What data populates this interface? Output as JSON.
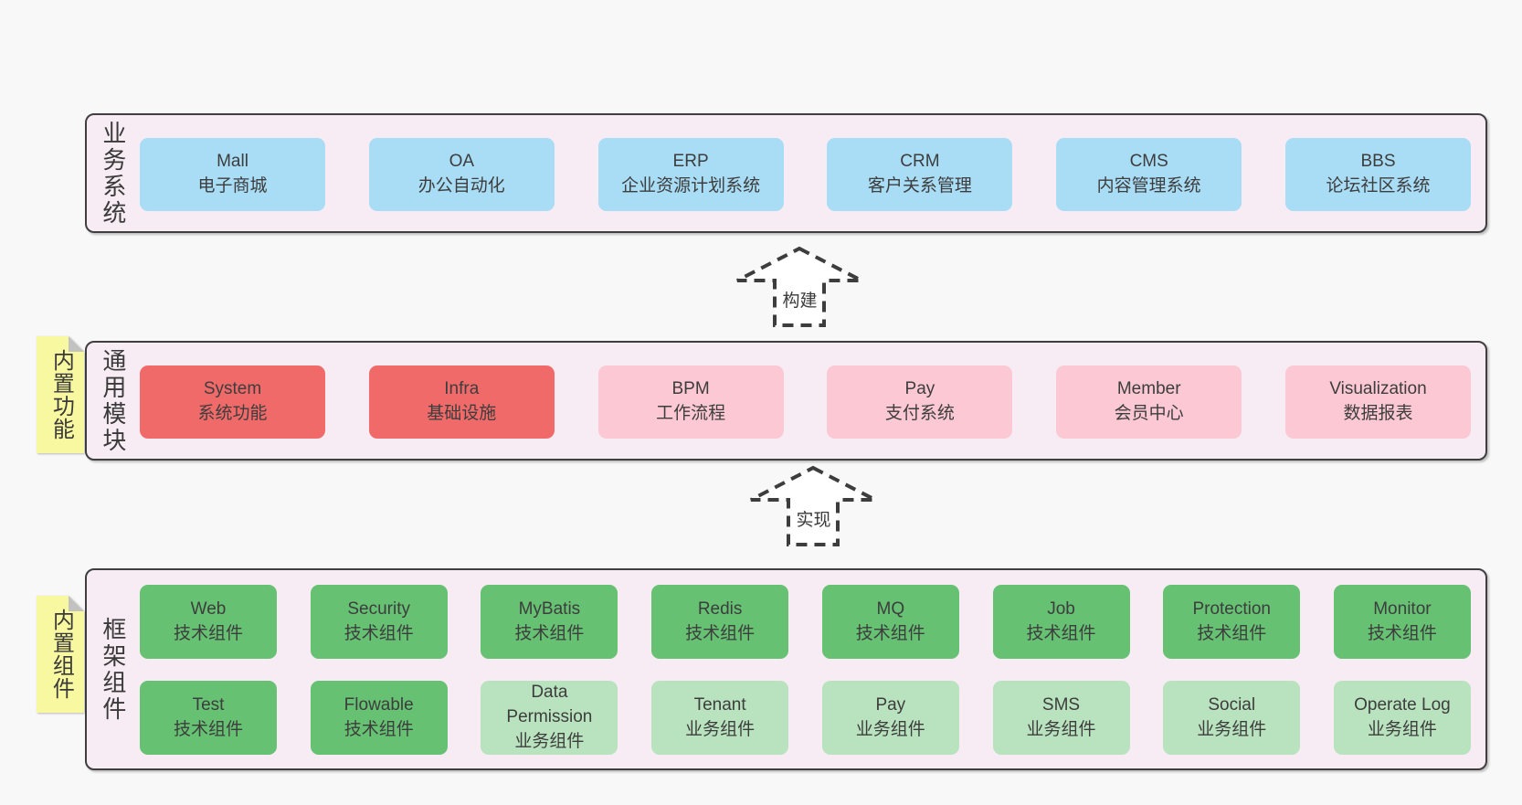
{
  "diagram": {
    "background": "#f8f8f8",
    "band_background": "#f7ecf4",
    "colors": {
      "blue": "#a9dcf5",
      "red": "#f16a6a",
      "pink": "#fbc8d3",
      "green": "#66c173",
      "light_green": "#b9e3bf",
      "sticky_yellow": "#f8f8a0",
      "sticky_fold_gray": "#c2c2c2",
      "outline": "#3d3d3d"
    },
    "arrows": [
      {
        "label": "构建"
      },
      {
        "label": "实现"
      }
    ],
    "bands": [
      {
        "label": "业务系统",
        "sticky": "",
        "rows": [
          [
            {
              "en": "Mall",
              "zh": "电子商城"
            },
            {
              "en": "OA",
              "zh": "办公自动化"
            },
            {
              "en": "ERP",
              "zh": "企业资源计划系统"
            },
            {
              "en": "CRM",
              "zh": "客户关系管理"
            },
            {
              "en": "CMS",
              "zh": "内容管理系统"
            },
            {
              "en": "BBS",
              "zh": "论坛社区系统"
            }
          ]
        ]
      },
      {
        "label": "通用模块",
        "sticky": "内置功能",
        "rows": [
          [
            {
              "en": "System",
              "zh": "系统功能"
            },
            {
              "en": "Infra",
              "zh": "基础设施"
            },
            {
              "en": "BPM",
              "zh": "工作流程"
            },
            {
              "en": "Pay",
              "zh": "支付系统"
            },
            {
              "en": "Member",
              "zh": "会员中心"
            },
            {
              "en": "Visualization",
              "zh": "数据报表"
            }
          ]
        ]
      },
      {
        "label": "框架组件",
        "sticky": "内置组件",
        "rows": [
          [
            {
              "en": "Web",
              "zh": "技术组件"
            },
            {
              "en": "Security",
              "zh": "技术组件"
            },
            {
              "en": "MyBatis",
              "zh": "技术组件"
            },
            {
              "en": "Redis",
              "zh": "技术组件"
            },
            {
              "en": "MQ",
              "zh": "技术组件"
            },
            {
              "en": "Job",
              "zh": "技术组件"
            },
            {
              "en": "Protection",
              "zh": "技术组件"
            },
            {
              "en": "Monitor",
              "zh": "技术组件"
            }
          ],
          [
            {
              "en": "Test",
              "zh": "技术组件"
            },
            {
              "en": "Flowable",
              "zh": "技术组件"
            },
            {
              "en": "Data Permission",
              "zh": "业务组件"
            },
            {
              "en": "Tenant",
              "zh": "业务组件"
            },
            {
              "en": "Pay",
              "zh": "业务组件"
            },
            {
              "en": "SMS",
              "zh": "业务组件"
            },
            {
              "en": "Social",
              "zh": "业务组件"
            },
            {
              "en": "Operate Log",
              "zh": "业务组件"
            }
          ]
        ]
      }
    ]
  }
}
